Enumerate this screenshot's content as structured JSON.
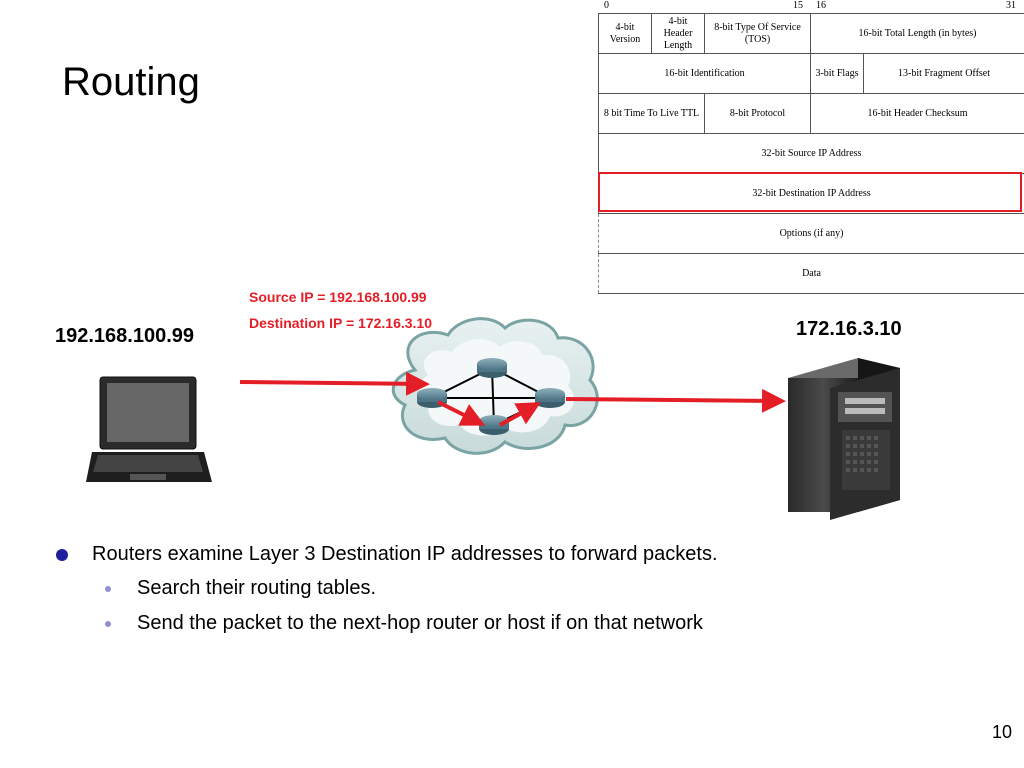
{
  "slide": {
    "title": "Routing",
    "page_number": "10"
  },
  "ip_header": {
    "bit_labels": {
      "b0": "0",
      "b15": "15",
      "b16": "16",
      "b31": "31"
    },
    "row1": {
      "version": "4-bit Version",
      "header_length": "4-bit Header Length",
      "tos": "8-bit Type Of Service (TOS)",
      "total_length": "16-bit Total Length (in bytes)"
    },
    "row2": {
      "identification": "16-bit Identification",
      "flags": "3-bit Flags",
      "fragment_offset": "13-bit Fragment Offset"
    },
    "row3": {
      "ttl": "8 bit Time To Live TTL",
      "protocol": "8-bit Protocol",
      "checksum": "16-bit Header Checksum"
    },
    "source_ip": "32-bit Source IP Address",
    "destination_ip": "32-bit Destination IP Address",
    "options": "Options (if any)",
    "data": "Data"
  },
  "network": {
    "source_host_ip": "192.168.100.99",
    "destination_host_ip": "172.16.3.10",
    "packet_source": "Source IP = 192.168.100.99",
    "packet_destination": "Destination IP = 172.16.3.10"
  },
  "bullets": {
    "main": "Routers examine Layer 3 Destination IP addresses to forward packets.",
    "sub1": "Search their routing tables.",
    "sub2": "Send the packet to the next-hop router or host if on that network"
  },
  "colors": {
    "highlight": "#e41e26",
    "bullet_main": "#1f1f9e",
    "bullet_sub": "#8f8fd8"
  }
}
